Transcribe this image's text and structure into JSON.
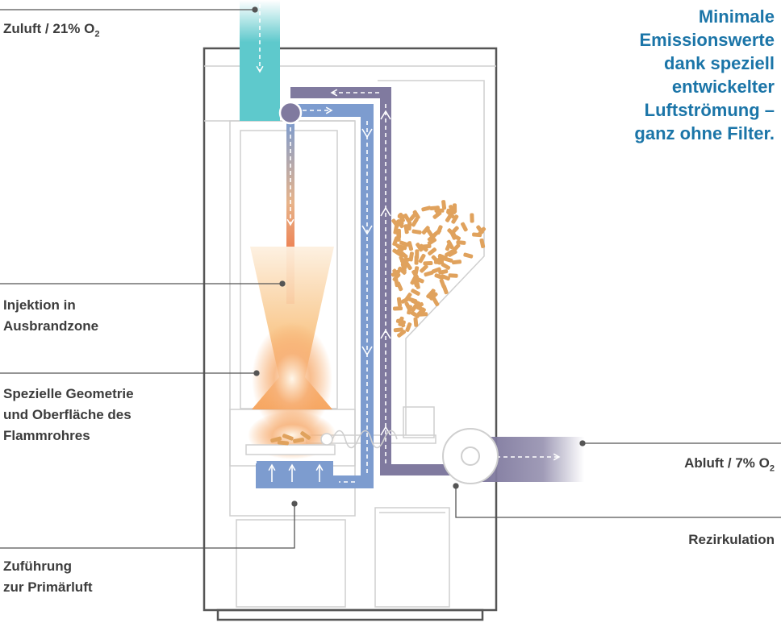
{
  "headline": {
    "lines": [
      "Minimale",
      "Emissionswerte",
      "dank speziell",
      "entwickelter",
      "Luftströmung –",
      "ganz ohne Filter."
    ],
    "color": "#1b75a8"
  },
  "labels": {
    "zuluft": "Zuluft / 21% O",
    "zuluft_sub": "2",
    "injektion_1": "Injektion in",
    "injektion_2": "Ausbrandzone",
    "geometrie_1": "Spezielle Geometrie",
    "geometrie_2": "und Oberfläche des",
    "geometrie_3": "Flammrohres",
    "zufuehrung_1": "Zuführung",
    "zufuehrung_2": "zur Primärluft",
    "abluft": "Abluft / 7% O",
    "abluft_sub": "2",
    "rezirkulation": "Rezirkulation"
  },
  "colors": {
    "supply_air": "#5ec9cc",
    "primary_air": "#7d9ccf",
    "flue_gas": "#807a9f",
    "flame": "#f6a25a",
    "pellets": "#e0a25d",
    "outline": "#555555",
    "inner_outline": "#cfcfcf",
    "text": "#3c3c3c"
  },
  "icons": {
    "injector": "circle-nozzle-icon",
    "fan": "fan-icon",
    "screw": "feed-screw-icon"
  }
}
